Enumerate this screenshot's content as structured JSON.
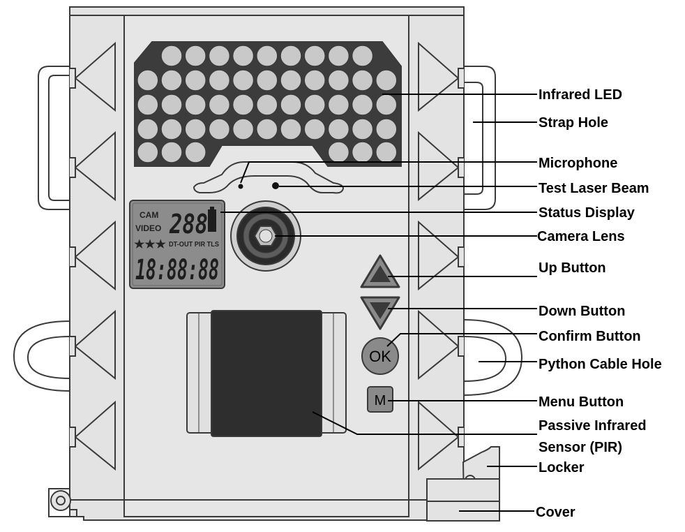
{
  "lcd": {
    "mode_cam": "CAM",
    "mode_video": "VIDEO",
    "counter": "288",
    "indicators": "DT-OUT PIR TLS",
    "stars": "★★★",
    "clock": "18:88:88"
  },
  "buttons": {
    "ok_label": "OK",
    "menu_label": "M"
  },
  "callouts": [
    {
      "label": "Infrared LED"
    },
    {
      "label": "Strap Hole"
    },
    {
      "label": "Microphone"
    },
    {
      "label": "Test Laser Beam"
    },
    {
      "label": "Status Display"
    },
    {
      "label": "Camera Lens"
    },
    {
      "label": "Up Button"
    },
    {
      "label": "Down Button"
    },
    {
      "label": "Confirm Button"
    },
    {
      "label": "Python Cable Hole"
    },
    {
      "label": "Menu Button"
    },
    {
      "label": "Passive Infrared",
      "label2": "Sensor (PIR)"
    },
    {
      "label": "Locker"
    },
    {
      "label": "Cover"
    }
  ],
  "colors": {
    "body_fill": "#e3e3e3",
    "outline": "#3a3a3a",
    "led_fill": "#c9c9c9",
    "led_panel": "#3c3c3c",
    "lcd_fill": "#8c8c8c",
    "pir_fill": "#2e2e2e",
    "button_fill": "#8a8a8a"
  }
}
